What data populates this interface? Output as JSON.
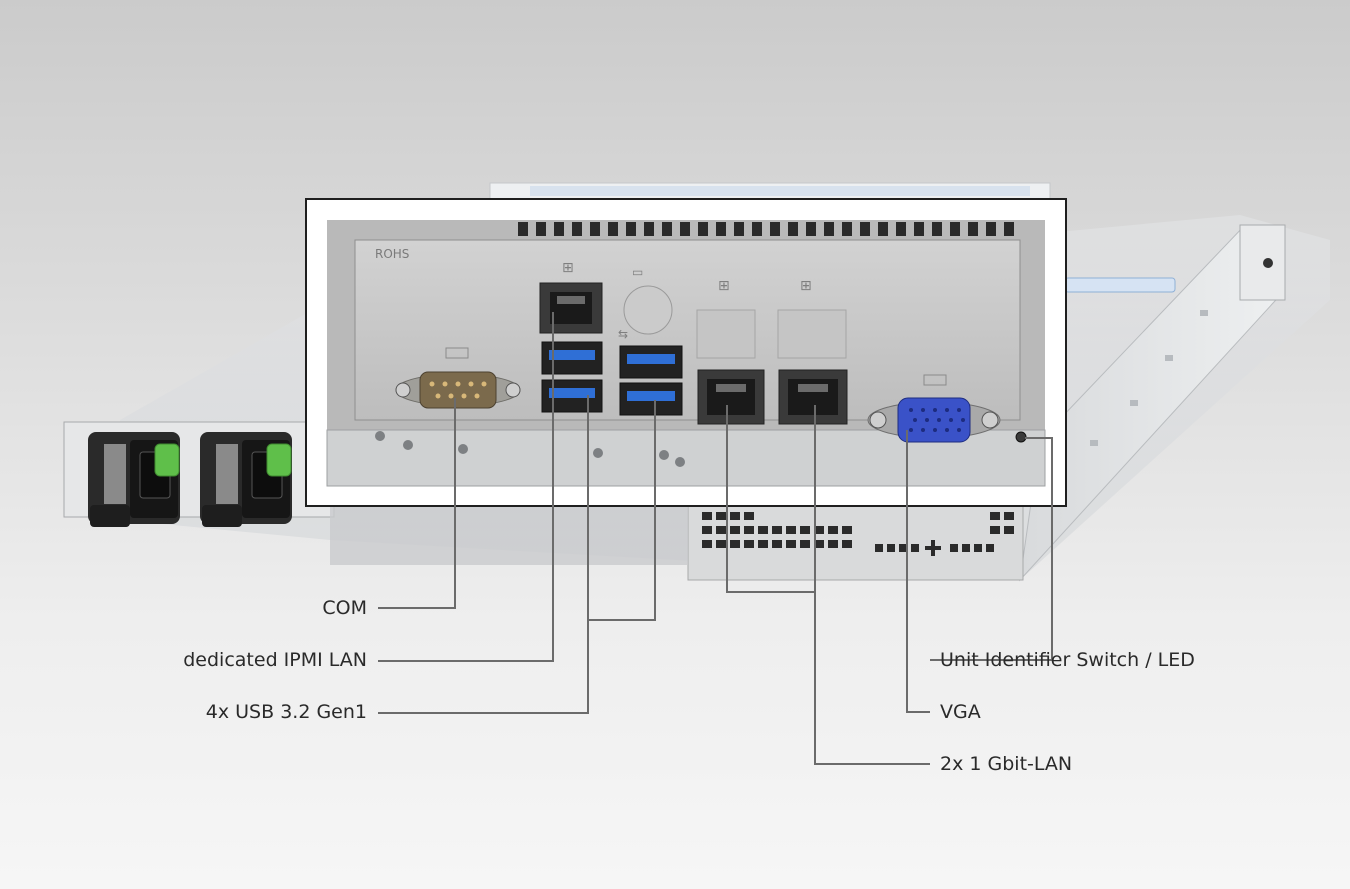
{
  "callouts": {
    "com": "COM",
    "ipmi": "dedicated IPMI LAN",
    "usb": "4x USB 3.2 Gen1",
    "uid": "Unit Identifier Switch / LED",
    "vga": "VGA",
    "lan": "2x 1 Gbit-LAN"
  },
  "panel": {
    "rohs_mark": "ROHS"
  },
  "colors": {
    "usb_blue": "#2f6fd6",
    "vga_blue": "#3a52c8",
    "psu_latch_green": "#5fbf4a",
    "leader_line": "#6b6b6b"
  },
  "icons": [
    "network-icon",
    "usb-icon",
    "display-icon",
    "power-socket-icon"
  ]
}
